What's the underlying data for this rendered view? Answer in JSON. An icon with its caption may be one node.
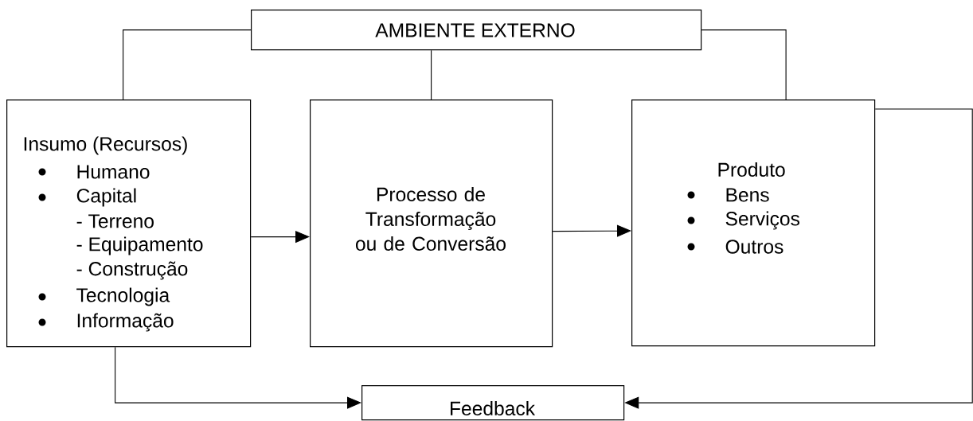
{
  "diagram": {
    "nodes": [
      {
        "text": [
          "AMBIENTE EXTERNO"
        ]
      },
      {
        "text": [
          "Insumo (Recursos)",
          "Humano",
          "Capital",
          "- Terreno",
          "- Equipamento",
          "- Construção",
          "Tecnologia",
          "Informação"
        ]
      },
      {
        "text": [
          "Processo de Transformação ou de Conversão"
        ]
      },
      {
        "text": [
          "Produto",
          "Bens",
          "Serviços",
          "Outros"
        ]
      },
      {
        "text": [
          "Feedback"
        ]
      }
    ],
    "edges": [
      {
        "from": 0,
        "to": 1,
        "arrow": "none"
      },
      {
        "from": 0,
        "to": 2,
        "arrow": "none"
      },
      {
        "from": 0,
        "to": 3,
        "arrow": "none"
      },
      {
        "from": 1,
        "to": 2,
        "arrow": "to"
      },
      {
        "from": 2,
        "to": 3,
        "arrow": "to"
      },
      {
        "from": 1,
        "to": 4,
        "arrow": "to"
      },
      {
        "from": 3,
        "to": 4,
        "arrow": "to"
      }
    ]
  }
}
